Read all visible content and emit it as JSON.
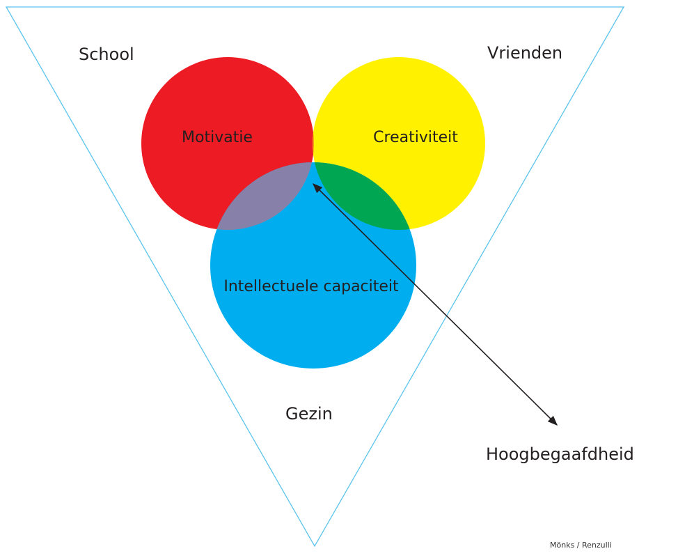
{
  "diagram": {
    "circles": {
      "motivatie": {
        "label": "Motivatie",
        "color": "#ed1c24"
      },
      "creativiteit": {
        "label": "Creativiteit",
        "color": "#fff100"
      },
      "intellectuele_capaciteit": {
        "label": "Intellectuele capaciteit",
        "color": "#00aeef"
      }
    },
    "overlaps": {
      "motivatie_creativiteit": "#f7941d",
      "motivatie_intellect": "#8781aa",
      "creativiteit_intellect": "#00a651",
      "center": "#ffffff"
    },
    "contexts": {
      "school": "School",
      "vrienden": "Vrienden",
      "gezin": "Gezin"
    },
    "pointer_label": "Hoogbegaafdheid",
    "credit": "Mönks / Renzulli",
    "triangle_color": "#5bc4ec",
    "arrow_color": "#231f20"
  }
}
